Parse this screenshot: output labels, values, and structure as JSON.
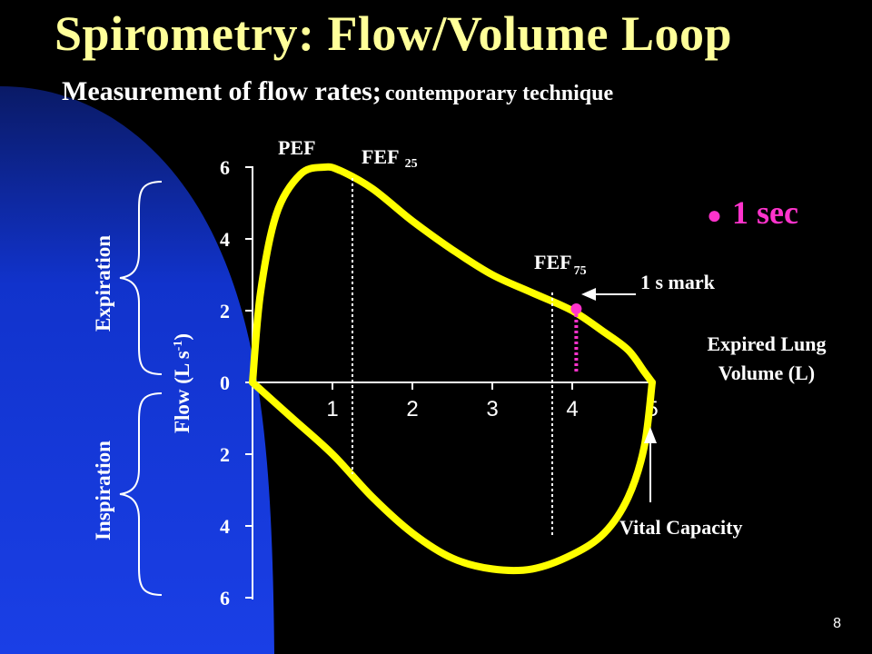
{
  "slide": {
    "title": "Spirometry: Flow/Volume Loop",
    "subtitle_main": "Measurement of flow rates;",
    "subtitle_small": "contemporary technique",
    "page_number": "8"
  },
  "colors": {
    "background": "#000000",
    "accent_blue": "#1133cc",
    "title": "#ffff99",
    "curve": "#ffff00",
    "marker": "#ff33cc",
    "text": "#ffffff"
  },
  "labels": {
    "pef": "PEF",
    "fef25": "FEF",
    "fef25_sub": "25",
    "fef75": "FEF",
    "fef75_sub": "75",
    "one_sec_mark": "1 s mark",
    "legend_bullet": "●",
    "legend_text": "1 sec",
    "x_axis_line1": "Expired Lung",
    "x_axis_line2": "Volume (L)",
    "vital_capacity": "Vital Capacity",
    "expiration": "Expiration",
    "inspiration": "Inspiration",
    "y_axis_pre": "Flow (L s",
    "y_axis_sup": "-1",
    "y_axis_post": ")"
  },
  "chart_data": {
    "type": "line",
    "x_ticks": [
      "1",
      "2",
      "3",
      "4",
      "5"
    ],
    "y_ticks_top": [
      "6",
      "4",
      "2",
      "0"
    ],
    "y_ticks_bottom": [
      "2",
      "4",
      "6"
    ],
    "xlim": [
      0,
      5
    ],
    "ylim": [
      -6,
      6
    ],
    "series": [
      {
        "role": "expiration",
        "x": [
          0,
          0.1,
          0.3,
          0.6,
          0.9,
          1.1,
          1.5,
          2.0,
          2.5,
          3.0,
          3.5,
          4.0,
          4.4,
          4.7,
          4.9,
          5.0
        ],
        "y": [
          0,
          2.5,
          4.7,
          5.8,
          6.0,
          5.9,
          5.4,
          4.5,
          3.7,
          3.0,
          2.5,
          2.0,
          1.4,
          0.9,
          0.3,
          0
        ]
      },
      {
        "role": "inspiration",
        "x": [
          5.0,
          4.9,
          4.7,
          4.4,
          4.0,
          3.5,
          3.0,
          2.5,
          2.0,
          1.5,
          1.0,
          0.5,
          0
        ],
        "y": [
          0,
          -1.8,
          -3.2,
          -4.2,
          -4.8,
          -5.2,
          -5.2,
          -4.9,
          -4.2,
          -3.2,
          -2.0,
          -1.0,
          0
        ]
      }
    ],
    "markers": {
      "pef": {
        "x": 1.1,
        "y": 6.0
      },
      "fef25": {
        "x": 1.25
      },
      "fef75": {
        "x": 3.75
      },
      "one_sec": {
        "x": 4.05,
        "y": 2.05
      }
    }
  }
}
